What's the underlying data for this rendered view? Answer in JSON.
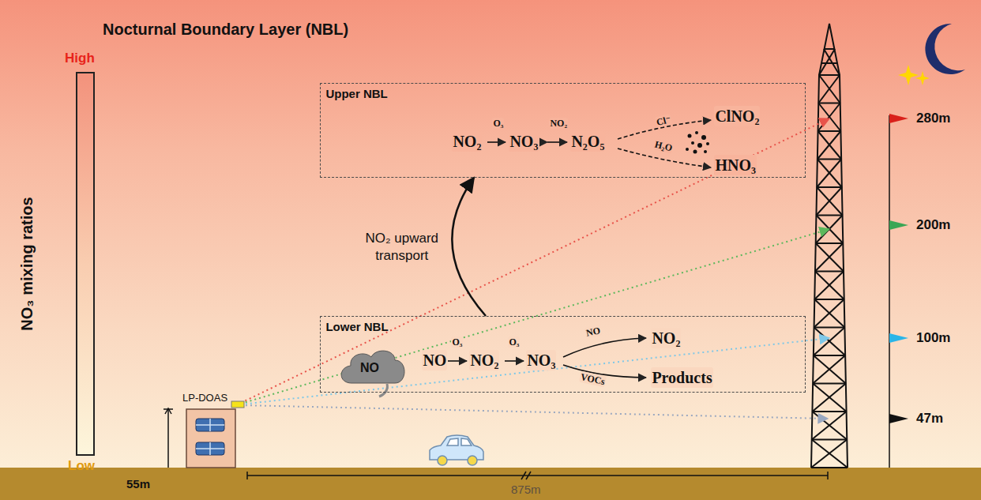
{
  "diagram": {
    "title": "Nocturnal Boundary Layer (NBL)",
    "nodes": [
      {
        "text": [
          "Upper NBL",
          "NO₂",
          "O₃",
          "NO₃",
          "NO₂",
          "N₂O₅",
          "Cl⁻",
          "H₂O",
          "ClNO₂",
          "HNO₃"
        ]
      },
      {
        "text": [
          "Lower NBL",
          "NO",
          "O₃",
          "NO₂",
          "O₃",
          "NO₃",
          "NO",
          "NO₂",
          "VOCs",
          "Products"
        ]
      }
    ],
    "edges": [
      {
        "from": 1,
        "to": 0,
        "arrow": "to",
        "label": "NO₂ upward transport"
      }
    ],
    "labels": [
      "High",
      "Low",
      "NO₃ mixing ratios",
      "LP-DOAS",
      "55m",
      "875m",
      "NO",
      "280m",
      "200m",
      "100m",
      "47m"
    ]
  }
}
